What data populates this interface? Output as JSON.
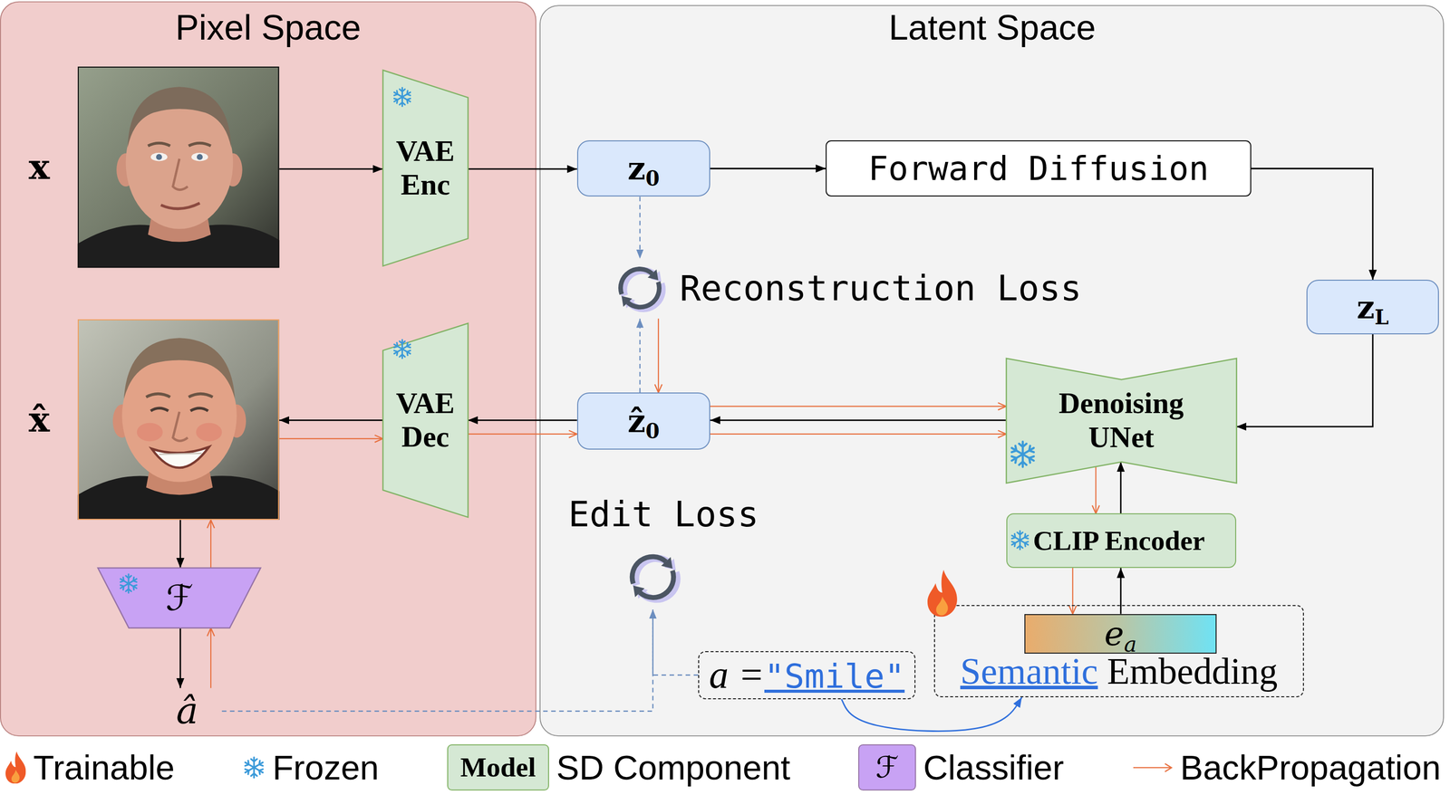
{
  "diagram": {
    "nodes": [
      {
        "text": [
          "Pixel Space"
        ]
      },
      {
        "text": [
          "Latent Space"
        ]
      },
      {
        "text": [
          "x"
        ],
        "in": 0
      },
      {
        "text": [
          "VAE Enc"
        ],
        "in": 0
      },
      {
        "text": [
          "z0"
        ],
        "in": 1
      },
      {
        "text": [
          "Forward Diffusion"
        ],
        "in": 1
      },
      {
        "text": [
          "zL"
        ],
        "in": 1
      },
      {
        "text": [
          "Reconstruction Loss"
        ],
        "in": 1
      },
      {
        "text": [
          "x̂"
        ],
        "in": 0
      },
      {
        "text": [
          "VAE Dec"
        ],
        "in": 0
      },
      {
        "text": [
          "ẑ0"
        ],
        "in": 1
      },
      {
        "text": [
          "Denoising UNet"
        ],
        "in": 1
      },
      {
        "text": [
          "Edit Loss"
        ],
        "in": 1
      },
      {
        "text": [
          "ℱ"
        ],
        "in": 0
      },
      {
        "text": [
          "â"
        ],
        "in": 0
      },
      {
        "text": [
          "CLIP Encoder"
        ],
        "in": 1
      },
      {
        "text": [
          "a =\"Smile\""
        ],
        "in": 1
      },
      {
        "text": [
          "Semantic Embedding"
        ],
        "in": 1
      },
      {
        "text": [
          "ea"
        ],
        "in": 17
      }
    ],
    "edges": [
      {
        "from": 2,
        "to": 3,
        "arrow": "to"
      },
      {
        "from": 3,
        "to": 4,
        "arrow": "to"
      },
      {
        "from": 4,
        "to": 5,
        "arrow": "to"
      },
      {
        "from": 5,
        "to": 6,
        "arrow": "to"
      },
      {
        "from": 6,
        "to": 11,
        "arrow": "to"
      },
      {
        "from": 4,
        "to": 7,
        "arrow": "to"
      },
      {
        "from": 10,
        "to": 7,
        "arrow": "to"
      },
      {
        "from": 7,
        "to": 10,
        "arrow": "to"
      },
      {
        "from": 11,
        "to": 10,
        "arrow": "to"
      },
      {
        "from": 10,
        "to": 11,
        "arrow": "to"
      },
      {
        "from": 10,
        "to": 11,
        "arrow": "to"
      },
      {
        "from": 10,
        "to": 9,
        "arrow": "to"
      },
      {
        "from": 9,
        "to": 10,
        "arrow": "to"
      },
      {
        "from": 9,
        "to": 8,
        "arrow": "to"
      },
      {
        "from": 8,
        "to": 9,
        "arrow": "to"
      },
      {
        "from": 8,
        "to": 13,
        "arrow": "to"
      },
      {
        "from": 13,
        "to": 8,
        "arrow": "to"
      },
      {
        "from": 13,
        "to": 14,
        "arrow": "to"
      },
      {
        "from": 14,
        "to": 13,
        "arrow": "to"
      },
      {
        "from": 14,
        "to": 12,
        "arrow": "to"
      },
      {
        "from": 16,
        "to": 12,
        "arrow": "to"
      },
      {
        "from": 16,
        "to": 17,
        "arrow": "to"
      },
      {
        "from": 18,
        "to": 15,
        "arrow": "to"
      },
      {
        "from": 15,
        "to": 18,
        "arrow": "to"
      },
      {
        "from": 15,
        "to": 11,
        "arrow": "to"
      },
      {
        "from": 11,
        "to": 15,
        "arrow": "to"
      }
    ],
    "labels": [
      "Model",
      "ℱ"
    ],
    "legend": [
      {
        "text": "Trainable"
      },
      {
        "text": "Frozen"
      },
      {
        "text": "SD Component",
        "color": "#d5e8d4"
      },
      {
        "text": "Classifier",
        "color": "#c8a2f4"
      },
      {
        "text": "BackPropagation"
      }
    ]
  }
}
